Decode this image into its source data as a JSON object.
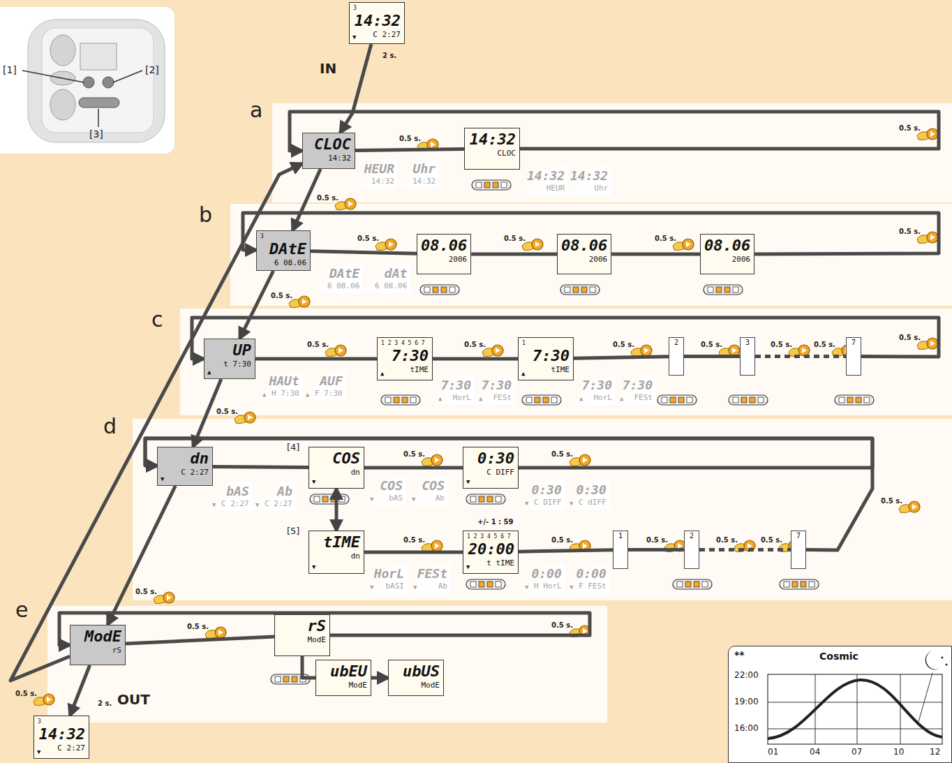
{
  "diagram": {
    "nodes": [
      {
        "text": [
          "3",
          "14:32",
          "▼",
          "C 2:27"
        ]
      },
      {
        "text": [
          "CLOC",
          "14:32"
        ]
      },
      {
        "text": [
          "HEUR",
          "14:32"
        ]
      },
      {
        "text": [
          "Uhr",
          "14:32"
        ]
      },
      {
        "text": [
          "14:32",
          "CLOC"
        ]
      },
      {
        "text": [
          "14:32",
          "HEUR"
        ]
      },
      {
        "text": [
          "14:32",
          "Uhr"
        ]
      },
      {
        "text": [
          "3",
          "DAtE",
          "6 08.06"
        ]
      },
      {
        "text": [
          "DAtE",
          "6 08.06"
        ]
      },
      {
        "text": [
          "dAt",
          "6 08.06"
        ]
      },
      {
        "text": [
          "08.06",
          "2006"
        ]
      },
      {
        "text": [
          "08.06",
          "2006"
        ]
      },
      {
        "text": [
          "08.06",
          "2006"
        ]
      },
      {
        "text": [
          "UP",
          "▲",
          "t 7:30"
        ]
      },
      {
        "text": [
          "HAUt",
          "▲",
          "H 7:30"
        ]
      },
      {
        "text": [
          "AUF",
          "▲",
          "F 7:30"
        ]
      },
      {
        "text": [
          "1 2 3 4 5 6 7",
          "▲",
          "7:30",
          "tIME"
        ]
      },
      {
        "text": [
          "7:30",
          "▲",
          "HorL"
        ]
      },
      {
        "text": [
          "7:30",
          "▲",
          "FESt"
        ]
      },
      {
        "text": [
          "1",
          "▲",
          "7:30",
          "tIME"
        ]
      },
      {
        "text": [
          "7:30",
          "▲",
          "HorL"
        ]
      },
      {
        "text": [
          "7:30",
          "▲",
          "FESt"
        ]
      },
      {
        "text": [
          "2"
        ]
      },
      {
        "text": [
          "3"
        ]
      },
      {
        "text": [
          "7"
        ]
      },
      {
        "text": [
          "dn",
          "▼",
          "C 2:27"
        ]
      },
      {
        "text": [
          "bAS",
          "▼",
          "C 2:27"
        ]
      },
      {
        "text": [
          "Ab",
          "▼",
          "C 2:27"
        ]
      },
      {
        "text": [
          "[4]",
          "COS",
          "▼",
          "dn"
        ]
      },
      {
        "text": [
          "COS",
          "▼",
          "bAS"
        ]
      },
      {
        "text": [
          "COS",
          "▼",
          "Ab"
        ]
      },
      {
        "text": [
          "0:30",
          "▼",
          "C DIFF"
        ]
      },
      {
        "text": [
          "0:30",
          "▼",
          "C DIFF"
        ]
      },
      {
        "text": [
          "0:30",
          "▼",
          "C dIFF"
        ]
      },
      {
        "text": [
          "[5]",
          "tIME",
          "▼",
          "dn"
        ]
      },
      {
        "text": [
          "HorL",
          "▼",
          "bASI"
        ]
      },
      {
        "text": [
          "FESt",
          "▼",
          "Ab"
        ]
      },
      {
        "text": [
          "1 2 3 4 5 6 7",
          "20:00",
          "▼",
          "t tIME"
        ]
      },
      {
        "text": [
          "0:00",
          "▼",
          "H HorL"
        ]
      },
      {
        "text": [
          "0:00",
          "▼",
          "F FESt"
        ]
      },
      {
        "text": [
          "1"
        ]
      },
      {
        "text": [
          "2"
        ]
      },
      {
        "text": [
          "7"
        ]
      },
      {
        "text": [
          "ModE",
          "rS"
        ]
      },
      {
        "text": [
          "rS",
          "ModE"
        ]
      },
      {
        "text": [
          "ubEU",
          "ModE"
        ]
      },
      {
        "text": [
          "ubUS",
          "ModE"
        ]
      },
      {
        "text": [
          "3",
          "14:32",
          "▼",
          "C 2:27"
        ]
      },
      {
        "text": [
          "**",
          "Cosmic",
          "22:00",
          "19:00",
          "16:00",
          "01",
          "04",
          "07",
          "10",
          "12"
        ]
      }
    ],
    "edges": [
      {
        "from": 0,
        "to": 1,
        "arrow": "to"
      },
      {
        "from": 1,
        "to": 4,
        "arrow": "none"
      },
      {
        "from": 4,
        "to": 1,
        "arrow": "to"
      },
      {
        "from": 7,
        "to": 10,
        "arrow": "none"
      },
      {
        "from": 10,
        "to": 11,
        "arrow": "none"
      },
      {
        "from": 11,
        "to": 12,
        "arrow": "none"
      },
      {
        "from": 12,
        "to": 7,
        "arrow": "to"
      },
      {
        "from": 13,
        "to": 16,
        "arrow": "none"
      },
      {
        "from": 16,
        "to": 19,
        "arrow": "none"
      },
      {
        "from": 19,
        "to": 22,
        "arrow": "none"
      },
      {
        "from": 22,
        "to": 23,
        "arrow": "none"
      },
      {
        "from": 23,
        "to": 24,
        "arrow": "none"
      },
      {
        "from": 24,
        "to": 13,
        "arrow": "to"
      },
      {
        "from": 25,
        "to": 28,
        "arrow": "none"
      },
      {
        "from": 28,
        "to": 31,
        "arrow": "none"
      },
      {
        "from": 31,
        "to": 25,
        "arrow": "to"
      },
      {
        "from": 28,
        "to": 34,
        "arrow": "both"
      },
      {
        "from": 34,
        "to": 37,
        "arrow": "none"
      },
      {
        "from": 37,
        "to": 40,
        "arrow": "none"
      },
      {
        "from": 40,
        "to": 41,
        "arrow": "none"
      },
      {
        "from": 41,
        "to": 42,
        "arrow": "none"
      },
      {
        "from": 42,
        "to": 25,
        "arrow": "to"
      },
      {
        "from": 43,
        "to": 44,
        "arrow": "none"
      },
      {
        "from": 44,
        "to": 43,
        "arrow": "to"
      },
      {
        "from": 45,
        "to": 46,
        "arrow": "to"
      },
      {
        "from": 44,
        "to": 45,
        "arrow": "none"
      },
      {
        "from": 1,
        "to": 7,
        "arrow": "to"
      },
      {
        "from": 7,
        "to": 13,
        "arrow": "to"
      },
      {
        "from": 13,
        "to": 25,
        "arrow": "to"
      },
      {
        "from": 25,
        "to": 43,
        "arrow": "to"
      },
      {
        "from": 43,
        "to": 47,
        "arrow": "to"
      },
      {
        "from": 43,
        "to": 1,
        "arrow": "to"
      }
    ],
    "labels": [
      "IN",
      "2 s.",
      "[1]",
      "[2]",
      "[3]",
      "a",
      "b",
      "c",
      "d",
      "e",
      "0.5 s.",
      "0.5 s.",
      "0.5 s.",
      "0.5 s.",
      "0.5 s.",
      "0.5 s.",
      "0.5 s.",
      "0.5 s.",
      "0.5 s.",
      "0.5 s.",
      "0.5 s.",
      "0.5 s.",
      "0.5 s.",
      "0.5 s.",
      "0.5 s.",
      "0.5 s.",
      "0.5 s.",
      "0.5 s.",
      "0.5 s.",
      "0.5 s.",
      "0.5 s.",
      "0.5 s.",
      "0.5 s.",
      "0.5 s.",
      "0.5 s.",
      "0.5 s.",
      "0.5 s.",
      "0.5 s.",
      "+/- 1 : 59",
      "OUT",
      "2 s."
    ]
  }
}
